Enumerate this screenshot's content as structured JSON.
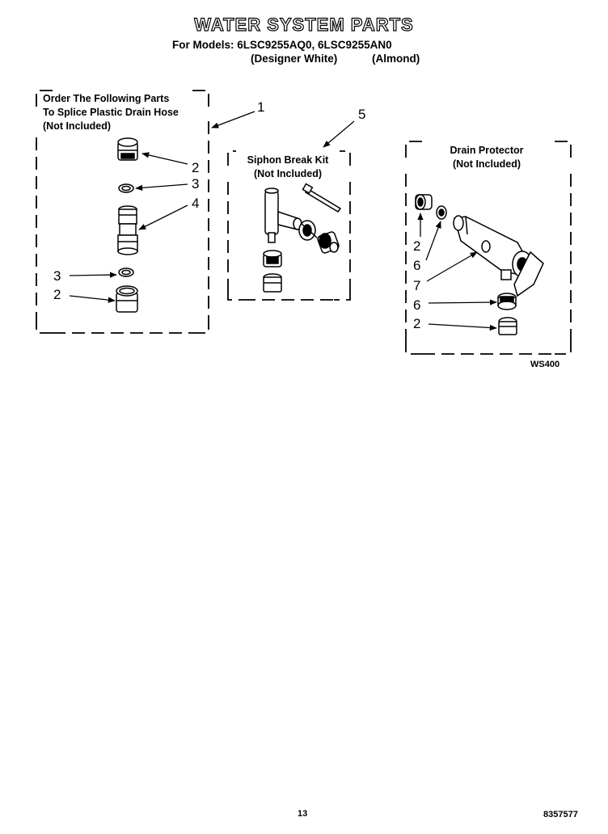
{
  "header": {
    "title": "WATER SYSTEM PARTS",
    "models": "For Models: 6LSC9255AQ0, 6LSC9255AN0",
    "variant_white": "(Designer White)",
    "variant_almond": "(Almond)"
  },
  "groups": {
    "drain_hose": {
      "lines": [
        "Order The Following Parts",
        "To Splice Plastic Drain Hose",
        "(Not Included)"
      ]
    },
    "siphon": {
      "lines": [
        "Siphon Break Kit",
        "(Not Included)"
      ]
    },
    "drain_protector": {
      "lines": [
        "Drain Protector",
        "(Not Included)"
      ]
    }
  },
  "callouts": {
    "c1": "1",
    "c5": "5",
    "left_2a": "2",
    "left_3a": "3",
    "left_4": "4",
    "left_3b": "3",
    "left_2b": "2",
    "right_2a": "2",
    "right_6a": "6",
    "right_7": "7",
    "right_6b": "6",
    "right_2b": "2"
  },
  "footer": {
    "figure_code": "WS400",
    "page_number": "13",
    "doc_number": "8357577"
  }
}
